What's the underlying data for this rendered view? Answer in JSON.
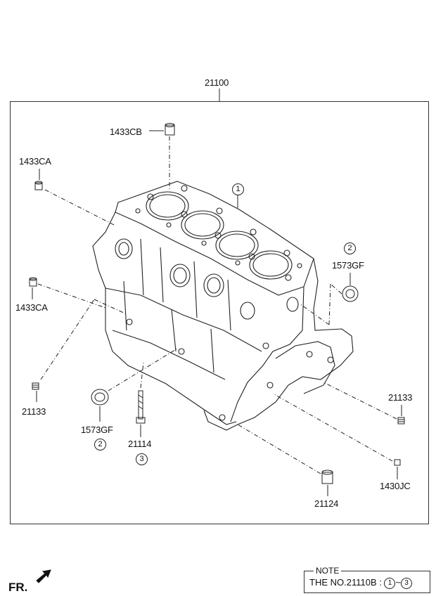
{
  "assembly": {
    "number": "21100"
  },
  "parts": {
    "p1433CB": "1433CB",
    "p1433CA_top": "1433CA",
    "p1433CA_left": "1433CA",
    "p21133_left": "21133",
    "p1573GF_right": "1573GF",
    "p1573GF_left": "1573GF",
    "p21114": "21114",
    "p21124": "21124",
    "p21133_right": "21133",
    "p1430JC": "1430JC"
  },
  "callouts": {
    "c1": "1",
    "c2_right": "2",
    "c2_left": "2",
    "c3": "3"
  },
  "note": {
    "title": "NOTE",
    "text": "THE NO.21110B :",
    "range_start": "1",
    "separator": "~",
    "range_end": "3"
  },
  "orientation": {
    "label": "FR."
  }
}
